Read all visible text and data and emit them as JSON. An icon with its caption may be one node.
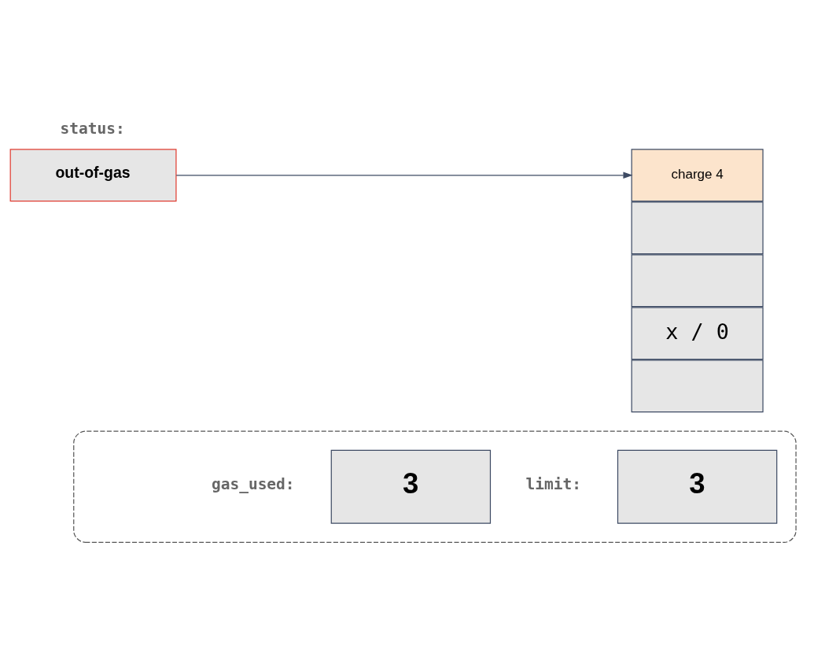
{
  "diagram": {
    "nodes": [
      {
        "text": [
          "out-of-gas"
        ],
        "beside": [
          "status:"
        ]
      },
      {
        "text": [
          "charge 4"
        ]
      },
      {
        "text": [],
        "shape": "box"
      },
      {
        "text": [],
        "shape": "box"
      },
      {
        "text": [
          "x / 0"
        ]
      },
      {
        "text": [],
        "shape": "box"
      },
      {
        "text": [],
        "shape": "box"
      },
      {
        "text": [
          "3"
        ],
        "in": 6,
        "beside": [
          "gas_used:"
        ]
      },
      {
        "text": [
          "3"
        ],
        "in": 6,
        "beside": [
          "limit:"
        ]
      }
    ],
    "edges": [
      {
        "from": 0,
        "to": 1,
        "arrow": "to"
      }
    ]
  }
}
